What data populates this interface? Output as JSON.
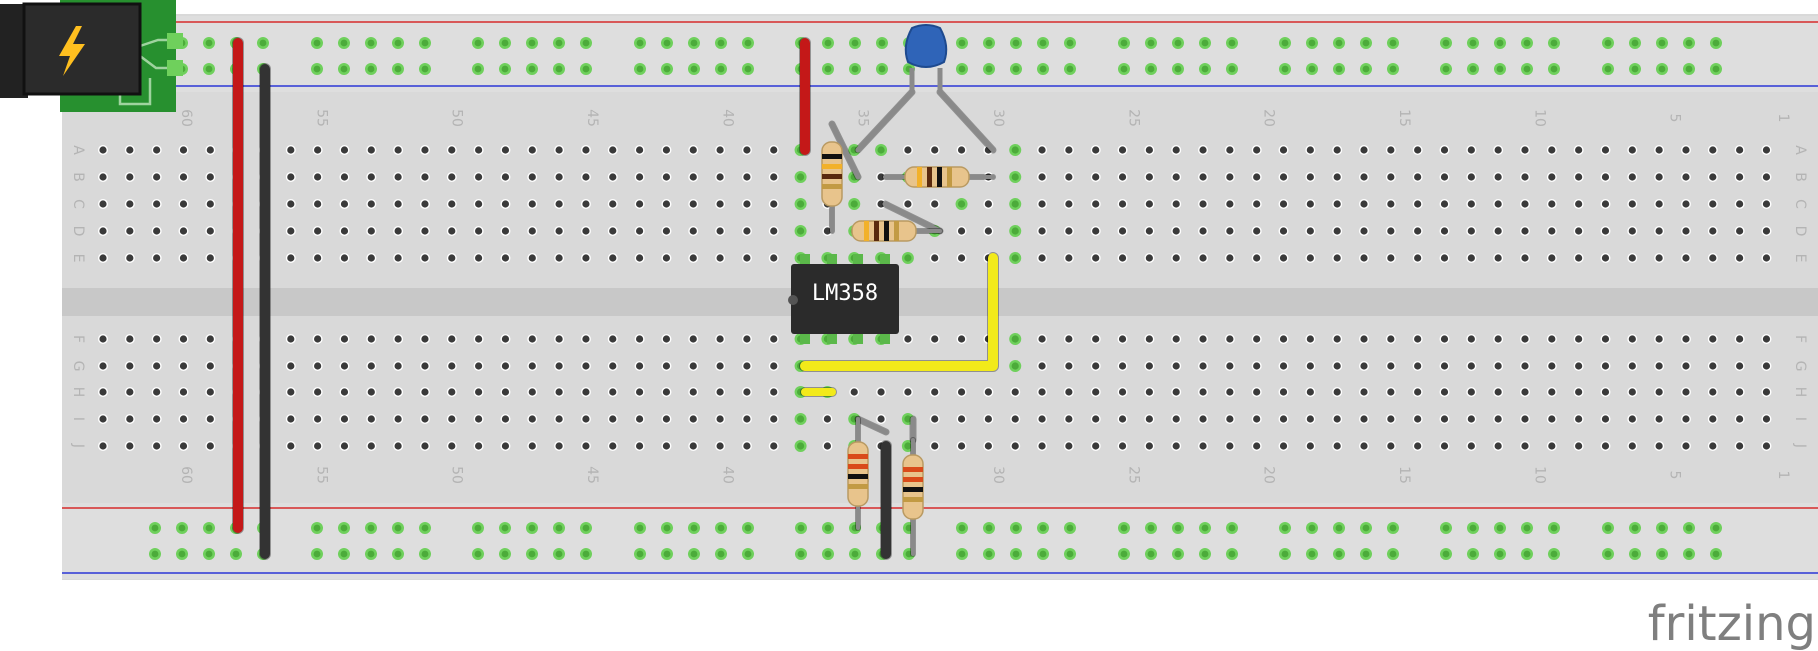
{
  "app": {
    "watermark": "fritzing"
  },
  "breadboard": {
    "column_numbers": [
      "60",
      "55",
      "50",
      "45",
      "40",
      "35",
      "30",
      "25",
      "20",
      "15",
      "10",
      "5",
      "1"
    ],
    "row_letters_top": [
      "A",
      "B",
      "C",
      "D",
      "E"
    ],
    "row_letters_bottom": [
      "F",
      "G",
      "H",
      "I",
      "J"
    ]
  },
  "ic": {
    "label": "LM358"
  },
  "power_jack": {
    "icon": "lightning-bolt-icon"
  },
  "colors": {
    "board": "#d9d9d9",
    "rail_red_line": "#d62c2c",
    "rail_blue_line": "#2c37d6",
    "hole": "#3a3a3a",
    "hole_connected": "#6fd05c",
    "wire_red": "#c41818",
    "wire_black": "#333333",
    "wire_yellow": "#f2ea1a",
    "wire_gray": "#8a8a8a",
    "ic_body": "#2b2b2b",
    "capacitor": "#2f64b8",
    "pcb_green": "#27902f",
    "bolt": "#ffbf1f"
  }
}
